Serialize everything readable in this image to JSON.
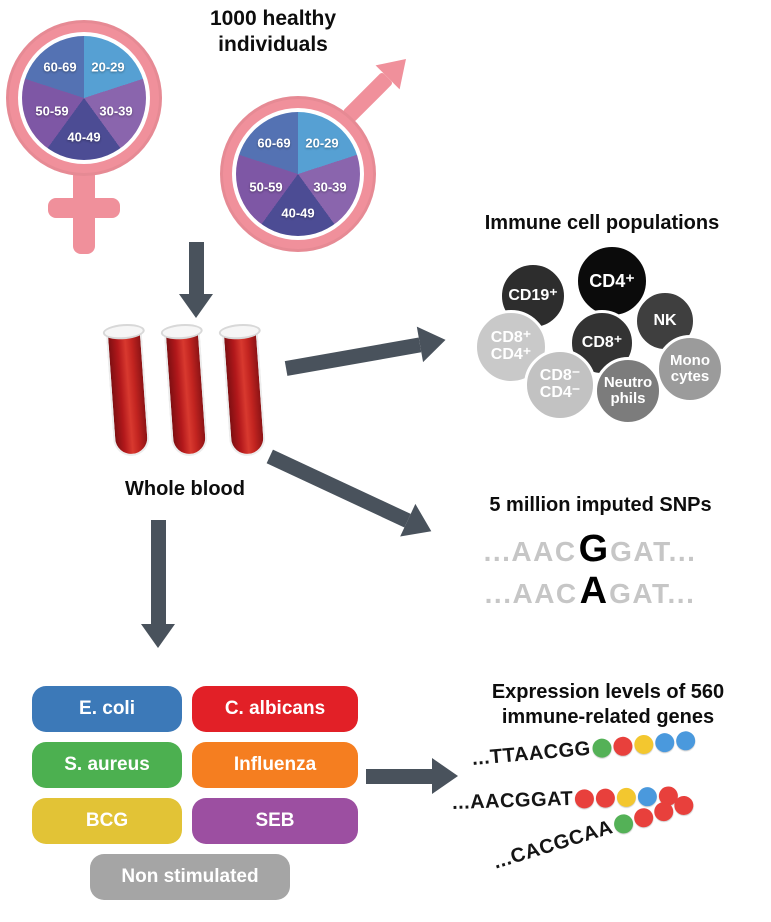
{
  "colors": {
    "gender_symbol": "#f0909b",
    "arrow": "#49525c"
  },
  "header": {
    "title": "1000 healthy individuals"
  },
  "demographics": {
    "age_groups": [
      "20-29",
      "30-39",
      "40-49",
      "50-59",
      "60-69"
    ],
    "pie_colors": [
      "#56a0d3",
      "#8a65ad",
      "#4c4c94",
      "#7e57a5",
      "#5472b3"
    ]
  },
  "blood": {
    "label": "Whole blood"
  },
  "immune": {
    "heading": "Immune cell populations",
    "cells": [
      {
        "label": "CD19⁺",
        "color": "#2d2d2d"
      },
      {
        "label": "CD4⁺",
        "color": "#0b0b0b"
      },
      {
        "label": "NK",
        "color": "#3f3f3f"
      },
      {
        "label": "CD8⁺",
        "color": "#333333"
      },
      {
        "label": "CD8⁺\nCD4⁺",
        "color": "#c9c9c9"
      },
      {
        "label": "Mono\ncytes",
        "color": "#9b9b9b"
      },
      {
        "label": "CD8⁻\nCD4⁻",
        "color": "#c2c2c2"
      },
      {
        "label": "Neutro\nphils",
        "color": "#7c7c7c"
      }
    ]
  },
  "snps": {
    "heading": "5 million imputed SNPs",
    "sequences": [
      {
        "prefix": "...AAC",
        "variant": "G",
        "suffix": "GAT..."
      },
      {
        "prefix": "...AAC",
        "variant": "A",
        "suffix": "GAT..."
      }
    ]
  },
  "stimuli": {
    "items": [
      {
        "label": "E. coli",
        "color": "#3c79b8"
      },
      {
        "label": "C. albicans",
        "color": "#e22027"
      },
      {
        "label": "S. aureus",
        "color": "#4cb050"
      },
      {
        "label": "Influenza",
        "color": "#f57e20"
      },
      {
        "label": "BCG",
        "color": "#e2c336"
      },
      {
        "label": "SEB",
        "color": "#9c4fa1"
      },
      {
        "label": "Non stimulated",
        "color": "#a5a5a5"
      }
    ]
  },
  "genes": {
    "heading": "Expression levels of 560 immune-related genes",
    "palette": {
      "green": "#54b157",
      "red": "#e8403c",
      "yellow": "#f3c72f",
      "blue": "#4a99dd"
    },
    "rows": [
      {
        "sequence": "...TTAACGG",
        "beads": [
          "green",
          "red",
          "yellow",
          "blue",
          "blue"
        ]
      },
      {
        "sequence": "...AACGGAT",
        "beads": [
          "red",
          "red",
          "yellow",
          "blue",
          "red"
        ]
      },
      {
        "sequence": "...CACGCAA",
        "beads": [
          "green",
          "red",
          "red",
          "red"
        ]
      }
    ]
  }
}
